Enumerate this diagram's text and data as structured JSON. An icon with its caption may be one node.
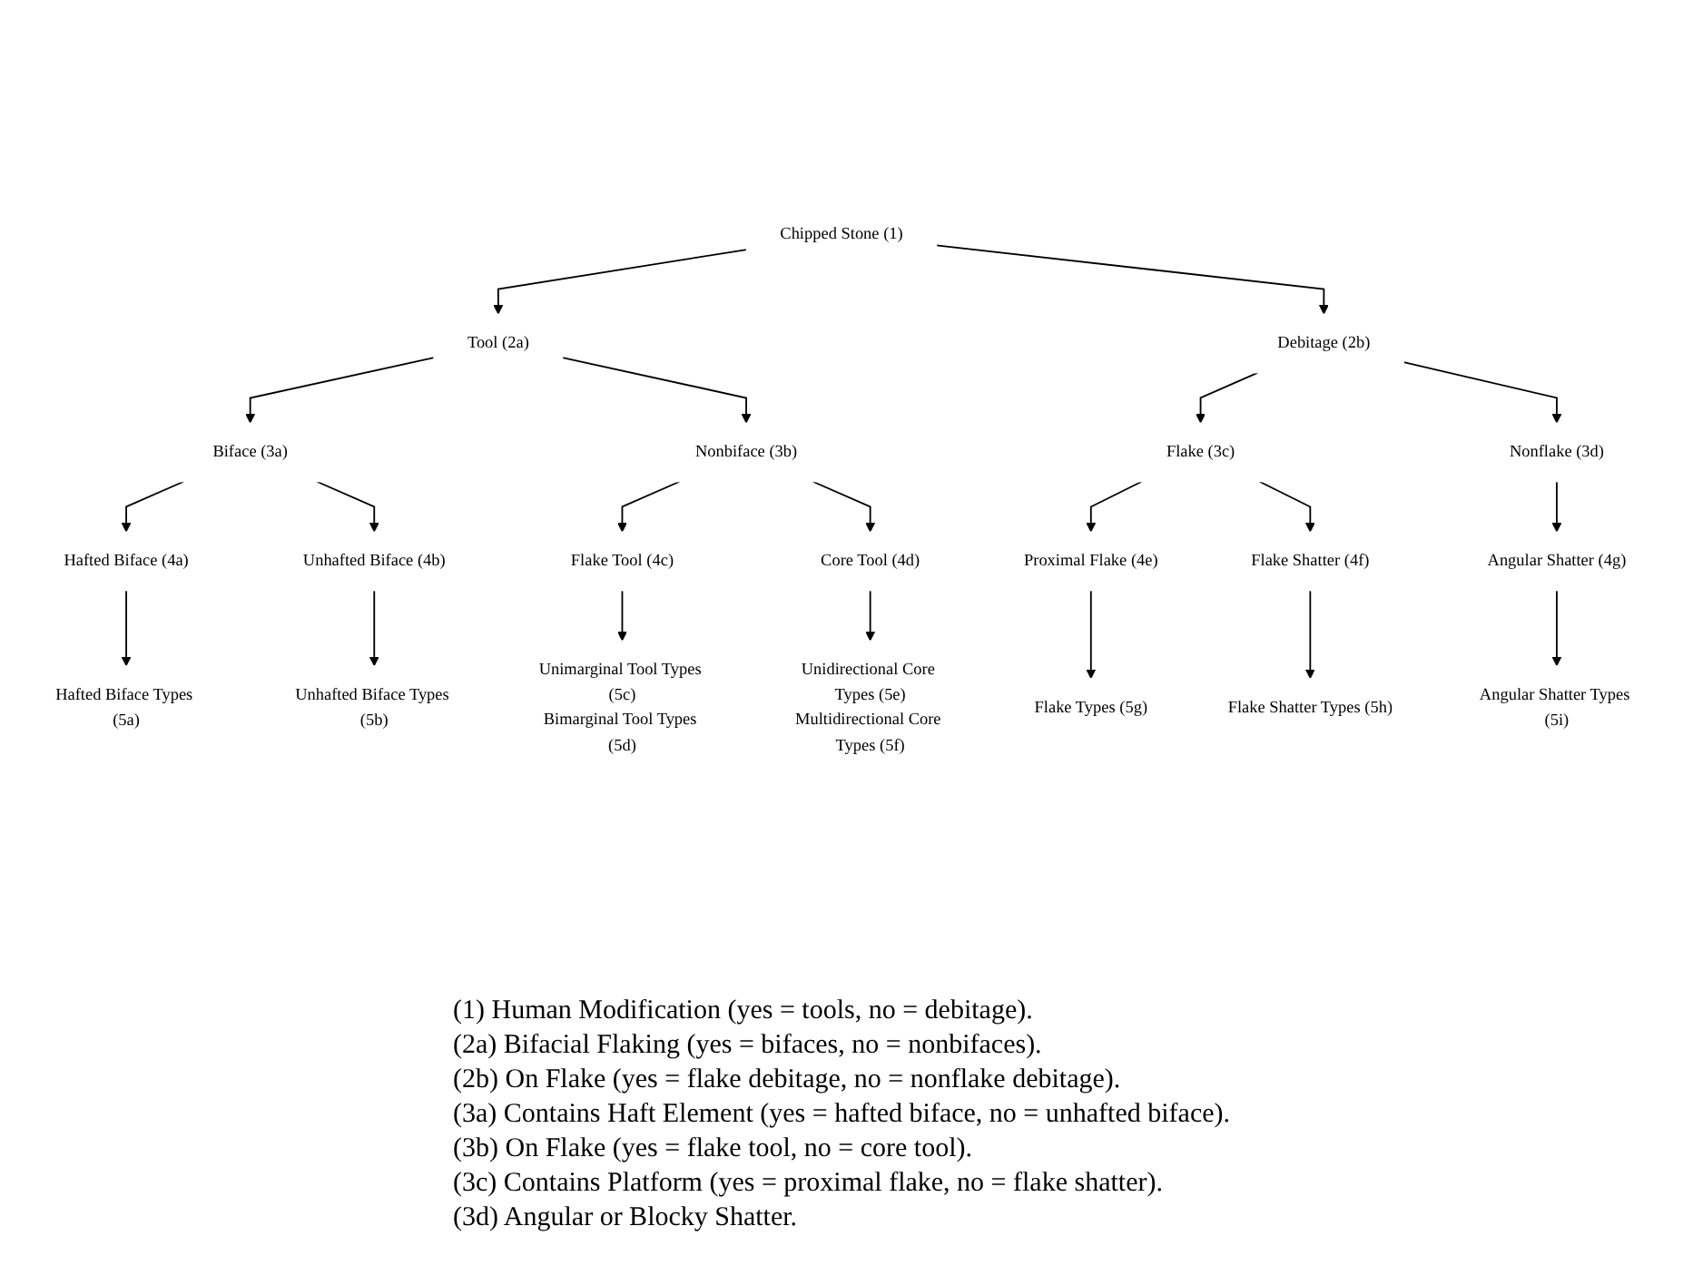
{
  "diagram": {
    "nodes": [
      {
        "text": [
          "Chipped Stone (1)"
        ]
      },
      {
        "text": [
          "Tool (2a)"
        ]
      },
      {
        "text": [
          "Debitage (2b)"
        ]
      },
      {
        "text": [
          "Biface (3a)"
        ]
      },
      {
        "text": [
          "Nonbiface (3b)"
        ]
      },
      {
        "text": [
          "Flake (3c)"
        ]
      },
      {
        "text": [
          "Nonflake (3d)"
        ]
      },
      {
        "text": [
          "Hafted Biface (4a)"
        ]
      },
      {
        "text": [
          "Unhafted Biface (4b)"
        ]
      },
      {
        "text": [
          "Flake Tool (4c)"
        ]
      },
      {
        "text": [
          "Core Tool (4d)"
        ]
      },
      {
        "text": [
          "Proximal Flake (4e)"
        ]
      },
      {
        "text": [
          "Flake Shatter (4f)"
        ]
      },
      {
        "text": [
          "Angular Shatter (4g)"
        ]
      },
      {
        "text": [
          "Hafted Biface Types (5a)"
        ]
      },
      {
        "text": [
          "Unhafted Biface Types (5b)"
        ]
      },
      {
        "text": [
          "Unimarginal Tool Types (5c)",
          "Bimarginal Tool Types (5d)"
        ]
      },
      {
        "text": [
          "Unidirectional Core Types (5e)",
          "Multidirectional Core Types (5f)"
        ]
      },
      {
        "text": [
          "Flake Types (5g)"
        ]
      },
      {
        "text": [
          "Flake Shatter Types (5h)"
        ]
      },
      {
        "text": [
          "Angular Shatter Types (5i)"
        ]
      }
    ],
    "edges": [
      {
        "from": 0,
        "to": 1,
        "arrow": "to"
      },
      {
        "from": 0,
        "to": 2,
        "arrow": "to"
      },
      {
        "from": 1,
        "to": 3,
        "arrow": "to"
      },
      {
        "from": 1,
        "to": 4,
        "arrow": "to"
      },
      {
        "from": 2,
        "to": 5,
        "arrow": "to"
      },
      {
        "from": 2,
        "to": 6,
        "arrow": "to"
      },
      {
        "from": 3,
        "to": 7,
        "arrow": "to"
      },
      {
        "from": 3,
        "to": 8,
        "arrow": "to"
      },
      {
        "from": 4,
        "to": 9,
        "arrow": "to"
      },
      {
        "from": 4,
        "to": 10,
        "arrow": "to"
      },
      {
        "from": 5,
        "to": 11,
        "arrow": "to"
      },
      {
        "from": 5,
        "to": 12,
        "arrow": "to"
      },
      {
        "from": 6,
        "to": 13,
        "arrow": "to"
      },
      {
        "from": 7,
        "to": 14,
        "arrow": "to"
      },
      {
        "from": 8,
        "to": 15,
        "arrow": "to"
      },
      {
        "from": 9,
        "to": 16,
        "arrow": "to"
      },
      {
        "from": 10,
        "to": 17,
        "arrow": "to"
      },
      {
        "from": 11,
        "to": 18,
        "arrow": "to"
      },
      {
        "from": 12,
        "to": 19,
        "arrow": "to"
      },
      {
        "from": 13,
        "to": 20,
        "arrow": "to"
      }
    ],
    "labels": [
      "(1) Human Modification (yes = tools, no = debitage).",
      "(2a) Bifacial Flaking (yes = bifaces, no = nonbifaces).",
      "(2b) On Flake (yes = flake debitage, no = nonflake debitage).",
      "(3a) Contains Haft Element (yes = hafted biface, no = unhafted biface).",
      "(3b) On Flake (yes = flake tool, no = core tool).",
      "(3c) Contains Platform (yes = proximal flake, no = flake shatter).",
      "(3d) Angular or Blocky Shatter."
    ]
  }
}
